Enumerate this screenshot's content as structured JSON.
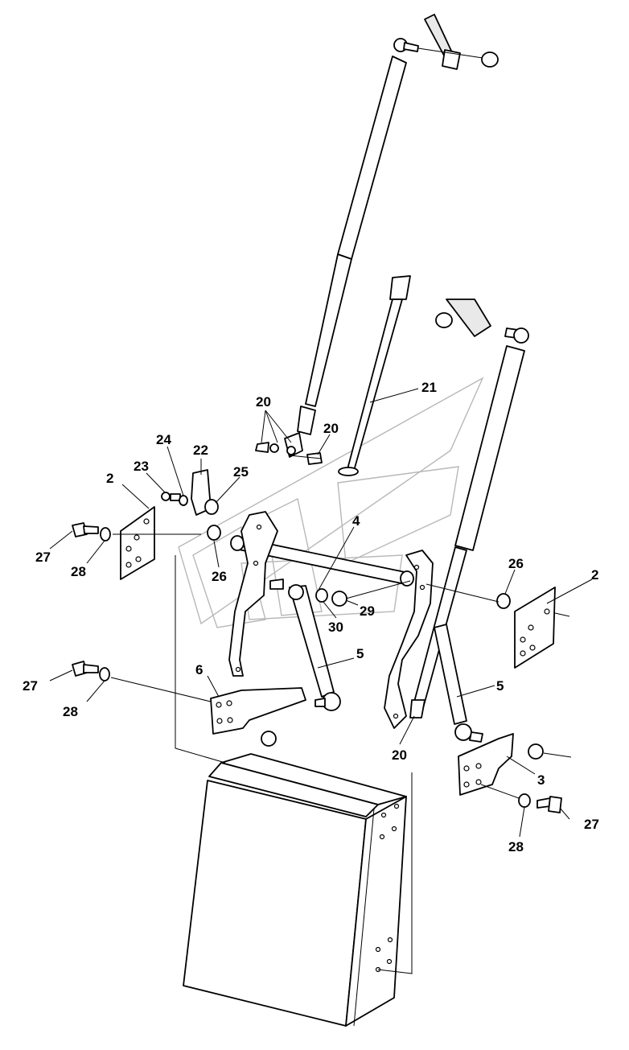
{
  "callouts": {
    "c2_left": "2",
    "c2_right": "2",
    "c3": "3",
    "c4": "4",
    "c5_left": "5",
    "c5_right": "5",
    "c6": "6",
    "c20_a": "20",
    "c20_b": "20",
    "c20_c": "20",
    "c21": "21",
    "c22": "22",
    "c23": "23",
    "c24": "24",
    "c25": "25",
    "c26_left": "26",
    "c26_right": "26",
    "c27_top": "27",
    "c27_mid": "27",
    "c27_right": "27",
    "c28_top": "28",
    "c28_mid": "28",
    "c28_right": "28",
    "c29": "29",
    "c30": "30"
  }
}
